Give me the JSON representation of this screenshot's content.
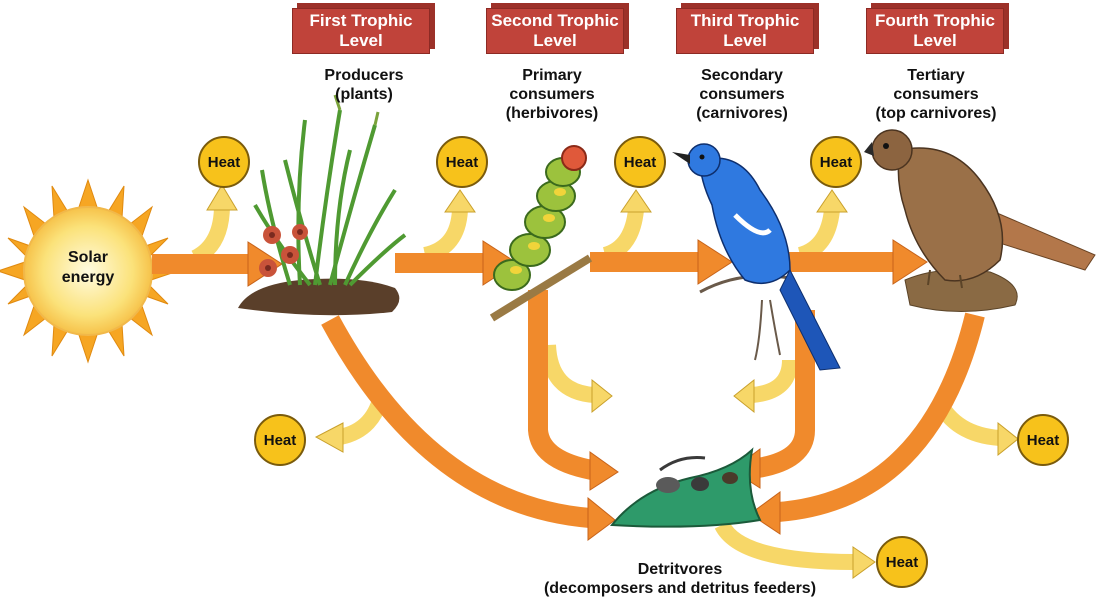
{
  "colors": {
    "energy_arrow": "#f08a2c",
    "heat_arrow": "#f7d768",
    "heat_circle": "#f7c21b",
    "level_box": "#c0433a",
    "sun": "#fbd33a"
  },
  "solar": {
    "label": "Solar\nenergy"
  },
  "levels": [
    {
      "title": "First Trophic\nLevel",
      "caption": "Producers\n(plants)"
    },
    {
      "title": "Second Trophic\nLevel",
      "caption": "Primary\nconsumers\n(herbivores)"
    },
    {
      "title": "Third Trophic\nLevel",
      "caption": "Secondary\nconsumers\n(carnivores)"
    },
    {
      "title": "Fourth Trophic\nLevel",
      "caption": "Tertiary\nconsumers\n(top carnivores)"
    }
  ],
  "heat_label": "Heat",
  "heat_circles": [
    "Heat",
    "Heat",
    "Heat",
    "Heat",
    "Heat",
    "Heat",
    "Heat"
  ],
  "detritivores": {
    "caption": "Detritvores\n(decomposers and detritus feeders)"
  },
  "organism_icons": [
    "plant-icon",
    "caterpillar-icon",
    "bird-icon",
    "hawk-icon",
    "detritivore-icon"
  ]
}
